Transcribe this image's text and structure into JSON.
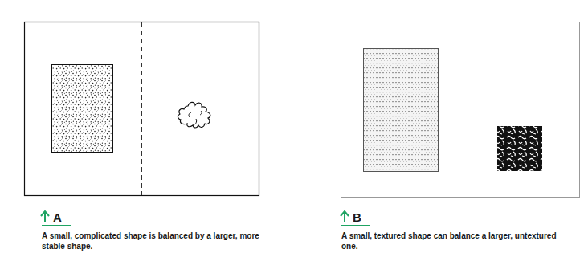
{
  "diagram": {
    "labels": [
      "A",
      "A small, complicated shape is balanced by a larger, more stable shape.",
      "B",
      "A small, textured shape can balance a larger, untextured one."
    ]
  }
}
